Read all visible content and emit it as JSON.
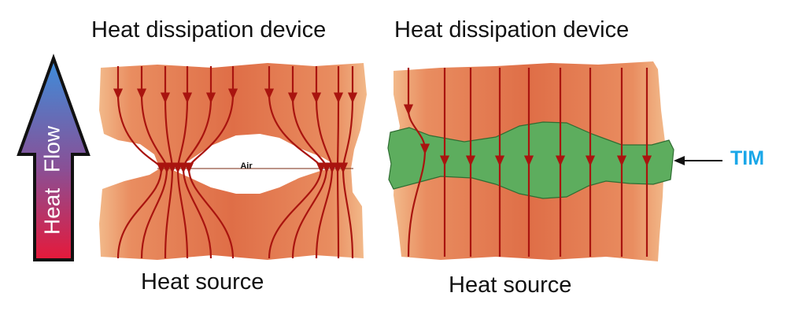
{
  "labels": {
    "top_left": "Heat dissipation device",
    "top_right": "Heat dissipation device",
    "bottom_left": "Heat source",
    "bottom_right": "Heat source",
    "arrow_word_1": "Heat",
    "arrow_word_2": "Flow",
    "air": "Air",
    "tim": "TIM"
  },
  "colors": {
    "surface_edge": "#f2b98a",
    "surface_core": "#df6e47",
    "flow_line": "#a9140f",
    "tim_fill": "#5dad5e",
    "tim_edge": "#2f6d32",
    "tim_text": "#1aa7e8",
    "arrow_top": "#3c8edc",
    "arrow_bottom": "#e6193a",
    "arrow_outline": "#111111"
  }
}
